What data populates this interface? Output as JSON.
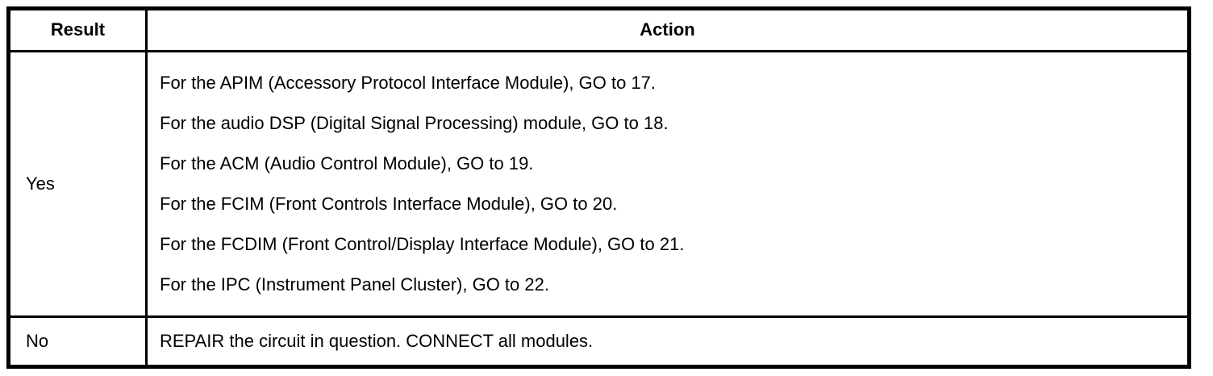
{
  "table": {
    "headers": {
      "result": "Result",
      "action": "Action"
    },
    "rows": [
      {
        "result": "Yes",
        "actions": [
          "For the APIM (Accessory Protocol Interface Module), GO to 17.",
          "For the audio DSP (Digital Signal Processing) module, GO to 18.",
          "For the ACM (Audio Control Module), GO to 19.",
          "For the FCIM (Front Controls Interface Module), GO to 20.",
          "For the FCDIM (Front Control/Display Interface Module), GO to 21.",
          "For the IPC (Instrument Panel Cluster), GO to 22."
        ]
      },
      {
        "result": "No",
        "actions": [
          "REPAIR the circuit in question. CONNECT all modules."
        ]
      }
    ],
    "colors": {
      "border": "#000000",
      "text": "#000000",
      "background": "#ffffff"
    }
  }
}
